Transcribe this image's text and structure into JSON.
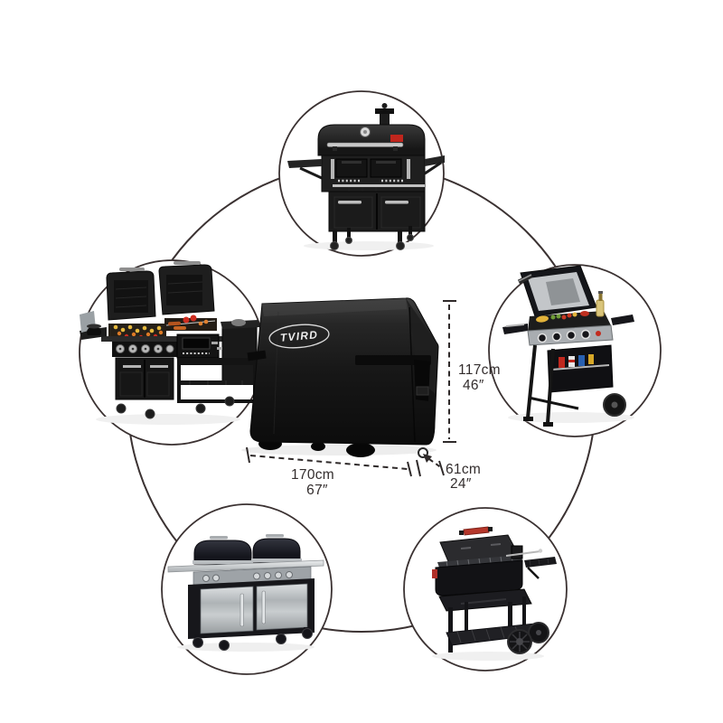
{
  "brand": {
    "logo_text": "TVIRD"
  },
  "cover": {
    "description_name": "bbq-grill-cover",
    "color": "#1a1a1a",
    "dimension_labels": {
      "height_cm": "117cm",
      "height_in": "46″",
      "width_cm": "170cm",
      "width_in": "67″",
      "depth_cm": "61cm",
      "depth_in": "24″"
    }
  },
  "compatible_grills": [
    {
      "position": "top",
      "name": "charcoal-cabinet-grill"
    },
    {
      "position": "left",
      "name": "combo-gas-charcoal-grill"
    },
    {
      "position": "right",
      "name": "gas-grill-open-lid"
    },
    {
      "position": "bottom-left",
      "name": "dual-lid-gas-grill"
    },
    {
      "position": "bottom-right",
      "name": "barrel-charcoal-grill"
    }
  ],
  "colors": {
    "background": "#ffffff",
    "circle_stroke": "#3b3232",
    "cover_black": "#1a1a1a",
    "accent_red": "#c0261d",
    "stainless": "#b7bbbd"
  }
}
